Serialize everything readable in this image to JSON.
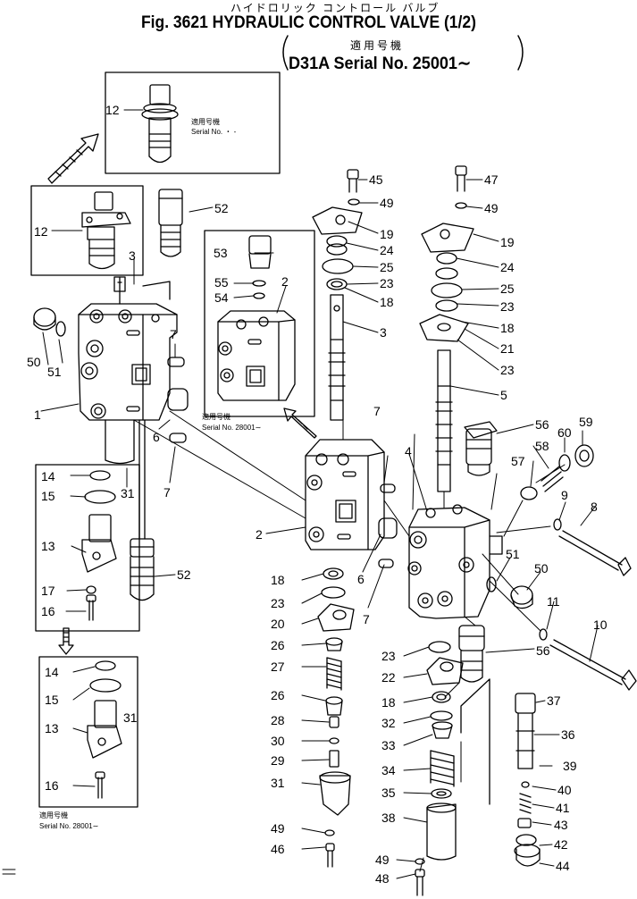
{
  "header": {
    "japanese_title": "ハイドロリック コントロール バルブ",
    "figure_title": "Fig. 3621 HYDRAULIC CONTROL VALVE (1/2)",
    "japanese_applicable": "適用号機",
    "model_serial": "D31A Serial No. 25001∼"
  },
  "notes": {
    "top_inset_jp": "適用号機",
    "top_inset_serial": "Serial No.     ・  -",
    "mid_inset_jp": "適用号機",
    "mid_inset_serial": "Serial No. 28001∼",
    "bottom_inset_jp": "適用号機",
    "bottom_inset_serial": "Serial No. 28001∼"
  },
  "callouts": {
    "c1": "1",
    "c2a": "2",
    "c2b": "2",
    "c3a": "3",
    "c3b": "3",
    "c4": "4",
    "c5": "5",
    "c6a": "6",
    "c6b": "6",
    "c7a": "7",
    "c7b": "7",
    "c7c": "7",
    "c7d": "7",
    "c8": "8",
    "c9": "9",
    "c10": "10",
    "c11": "11",
    "c12a": "12",
    "c12b": "12",
    "c13a": "13",
    "c13b": "13",
    "c14a": "14",
    "c14b": "14",
    "c15a": "15",
    "c15b": "15",
    "c16a": "16",
    "c16b": "16",
    "c17": "17",
    "c18a": "18",
    "c18b": "18",
    "c18c": "18",
    "c18d": "18",
    "c19a": "19",
    "c19b": "19",
    "c20": "20",
    "c21": "21",
    "c22": "22",
    "c23a": "23",
    "c23b": "23",
    "c23c": "23",
    "c23d": "23",
    "c23e": "23",
    "c24a": "24",
    "c24b": "24",
    "c25a": "25",
    "c25b": "25",
    "c26a": "26",
    "c26b": "26",
    "c27": "27",
    "c28": "28",
    "c29": "29",
    "c30": "30",
    "c31a": "31",
    "c31b": "31",
    "c32": "32",
    "c33": "33",
    "c34": "34",
    "c35": "35",
    "c36": "36",
    "c37": "37",
    "c38": "38",
    "c39": "39",
    "c40": "40",
    "c41": "41",
    "c42": "42",
    "c43": "43",
    "c44": "44",
    "c45": "45",
    "c46": "46",
    "c47": "47",
    "c48": "48",
    "c49a": "49",
    "c49b": "49",
    "c49c": "49",
    "c49d": "49",
    "c50a": "50",
    "c50b": "50",
    "c51a": "51",
    "c51b": "51",
    "c52a": "52",
    "c52b": "52",
    "c53": "53",
    "c54": "54",
    "c55": "55",
    "c56a": "56",
    "c56b": "56",
    "c57": "57",
    "c58": "58",
    "c59": "59",
    "c60": "60"
  }
}
